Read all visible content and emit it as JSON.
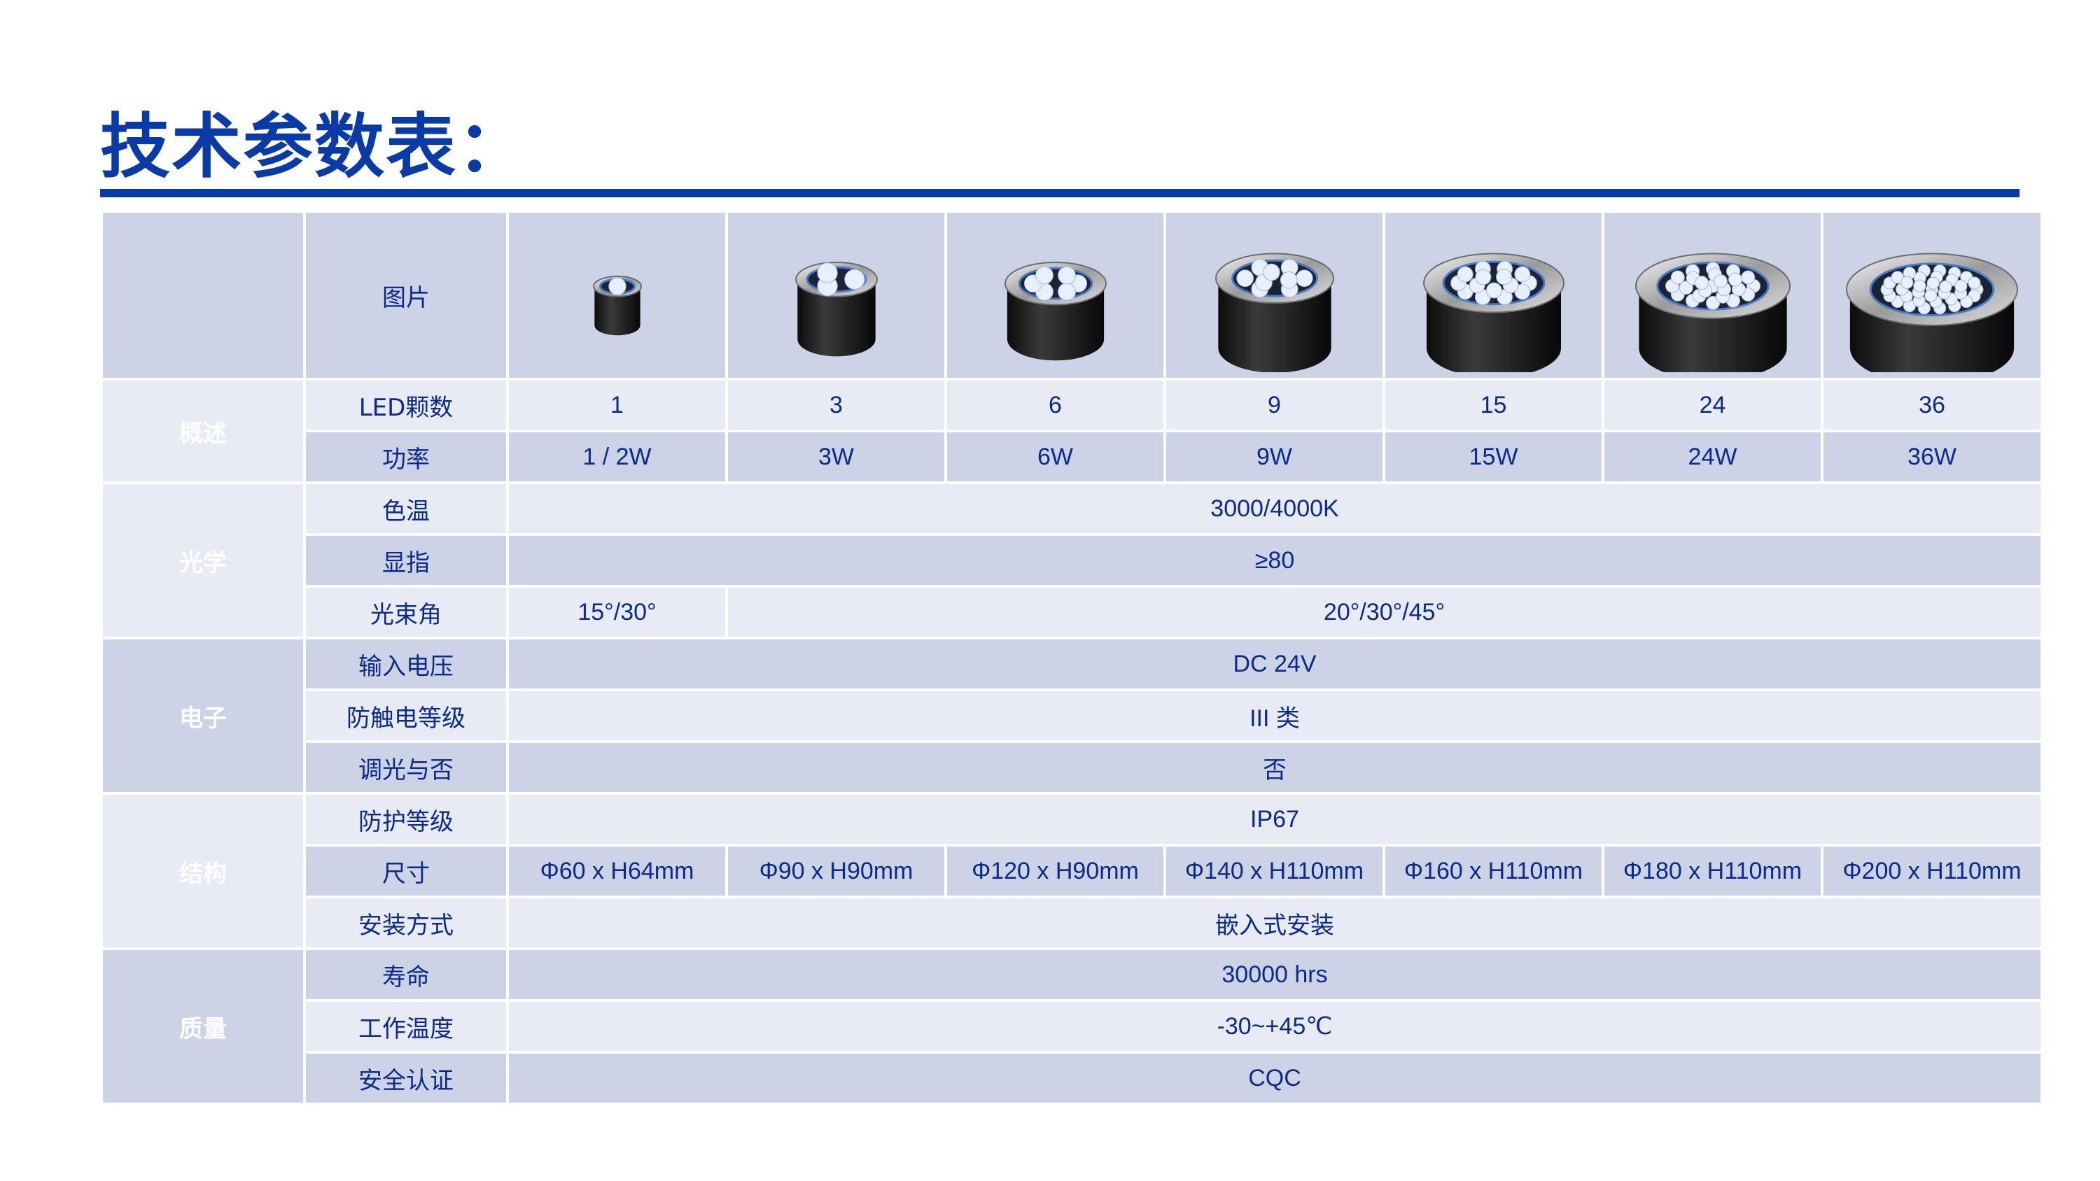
{
  "title": "技术参数表：",
  "header": {
    "picture_label": "图片"
  },
  "groups": {
    "overview": "概述",
    "optics": "光学",
    "electrical": "电子",
    "structure": "结构",
    "quality": "质量"
  },
  "rows": {
    "led_count": {
      "label": "LED颗数",
      "values": [
        "1",
        "3",
        "6",
        "9",
        "15",
        "24",
        "36"
      ]
    },
    "power": {
      "label": "功率",
      "values": [
        "1 / 2W",
        "3W",
        "6W",
        "9W",
        "15W",
        "24W",
        "36W"
      ]
    },
    "cct": {
      "label": "色温",
      "value": "3000/4000K"
    },
    "cri": {
      "label": "显指",
      "value": "≥80"
    },
    "beam": {
      "label": "光束角",
      "first": "15°/30°",
      "rest": "20°/30°/45°"
    },
    "voltage": {
      "label": "输入电压",
      "value": "DC 24V"
    },
    "shock": {
      "label": "防触电等级",
      "value": "III 类"
    },
    "dimming": {
      "label": "调光与否",
      "value": "否"
    },
    "ip": {
      "label": "防护等级",
      "value": "IP67"
    },
    "size": {
      "label": "尺寸",
      "values": [
        "Φ60 x H64mm",
        "Φ90 x H90mm",
        "Φ120 x H90mm",
        "Φ140 x H110mm",
        "Φ160 x H110mm",
        "Φ180 x H110mm",
        "Φ200 x H110mm"
      ]
    },
    "install": {
      "label": "安装方式",
      "value": "嵌入式安装"
    },
    "life": {
      "label": "寿命",
      "value": "30000 hrs"
    },
    "temp": {
      "label": "工作温度",
      "value": "-30~+45℃"
    },
    "cert": {
      "label": "安全认证",
      "value": "CQC"
    }
  },
  "colors": {
    "brand_blue": "#0a3aa8",
    "row_light": "#e8ebf4",
    "row_dark": "#cdd3e6"
  },
  "images": [
    "lamp-1led",
    "lamp-3led",
    "lamp-6led",
    "lamp-9led",
    "lamp-15led",
    "lamp-24led",
    "lamp-36led"
  ]
}
